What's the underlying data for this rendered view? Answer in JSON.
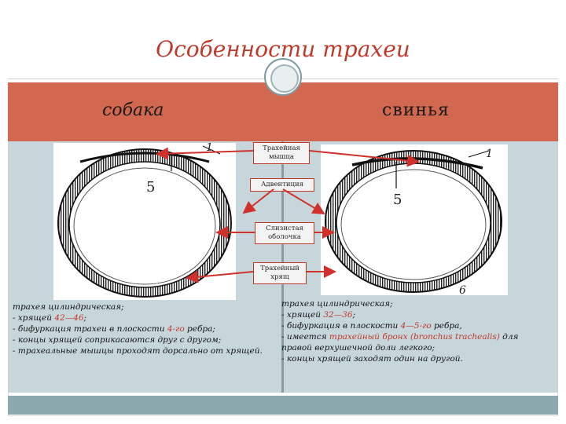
{
  "title": "Особенности трахеи",
  "header": {
    "left_label": "собака",
    "right_label": "свинья"
  },
  "diagram_labels": {
    "muscle": "Трахейная мышца",
    "adventitia": "Адвентиция",
    "mucosa": "Слизистая оболочка",
    "cartilage": "Трахейный хрящ"
  },
  "left_figure": {
    "num_1": "1",
    "num_5": "5"
  },
  "right_figure": {
    "num_1": "1",
    "num_5": "5",
    "num_6": "6"
  },
  "left_text": {
    "line1": "трахея цилиндрическая;",
    "line2_pre": "- хрящей ",
    "line2_val": "42—46",
    "line2_post": ";",
    "line3_pre": "- бифуркация трахеи в плоскости ",
    "line3_val": "4-го",
    "line3_post": " ребра;",
    "line4": "- концы хрящей соприкасаются друг с другом;",
    "line5": "- трахеальные мышцы проходят дорсально от хрящей."
  },
  "right_text": {
    "line1": "трахея цилиндрическая;",
    "line2_pre": "- хрящей ",
    "line2_val": "32—36",
    "line2_post": ";",
    "line3_pre": "- бифуркация в плоскости ",
    "line3_val": "4—5-го",
    "line3_post": " ребра,",
    "line4_pre": "- имеется ",
    "line4_val": "трахейный бронх (bronchus trachealis)",
    "line4_post": " для правой верхушечной доли легкого;",
    "line5": "- концы хрящей заходят один на другой."
  },
  "colors": {
    "title": "#c0392b",
    "band": "#d2684f",
    "content_bg": "#c6d6db",
    "arrow": "#d0312d"
  }
}
